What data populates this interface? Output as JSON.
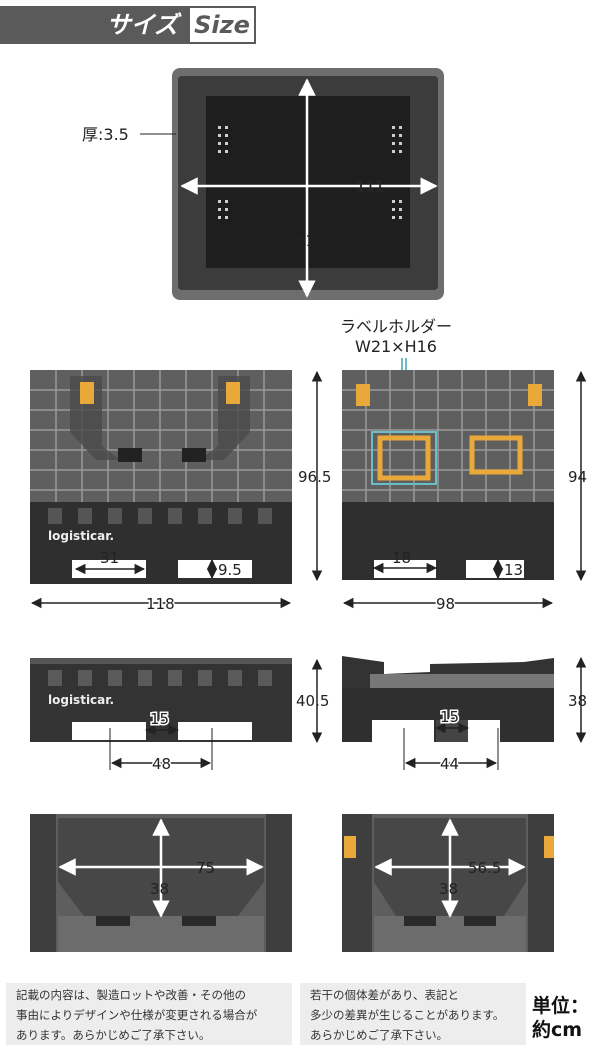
{
  "header": {
    "title_jp": "サイズ",
    "title_en": "Size"
  },
  "top_view": {
    "thickness": "厚:3.5",
    "width": "111",
    "depth": "91"
  },
  "front_full": {
    "height": "96.5",
    "width": "118",
    "fork_width": "31",
    "fork_height": "9.5",
    "logo": "logisticar."
  },
  "side_full": {
    "height": "94",
    "width": "98",
    "fork_width": "18",
    "fork_height": "13",
    "label_holder_title": "ラベルホルダー",
    "label_holder_size": "W21×H16"
  },
  "front_folded": {
    "height": "40.5",
    "gap": "15",
    "span": "48",
    "logo": "logisticar."
  },
  "side_folded": {
    "height": "38",
    "gap": "15",
    "span": "44"
  },
  "door_front": {
    "width": "75",
    "height": "38"
  },
  "door_side": {
    "width": "56.5",
    "height": "38"
  },
  "notes": {
    "note1": [
      "記載の内容は、製造ロットや改善・その他の",
      "事由によりデザインや仕様が変更される場合が",
      "あります。あらかじめご了承下さい。"
    ],
    "note2": [
      "若干の個体差があり、表記と",
      "多少の差異が生じることがあります。",
      "あらかじめご了承下さい。"
    ],
    "unit": [
      "単位：",
      "約cm"
    ]
  },
  "colors": {
    "header_bg": "#5a5a5a",
    "container": "#3a3a3a",
    "container_light": "#6a6a6a",
    "accent_yellow": "#e8a93a",
    "label_box": "#6bbfc4",
    "note_bg": "#ededed"
  }
}
